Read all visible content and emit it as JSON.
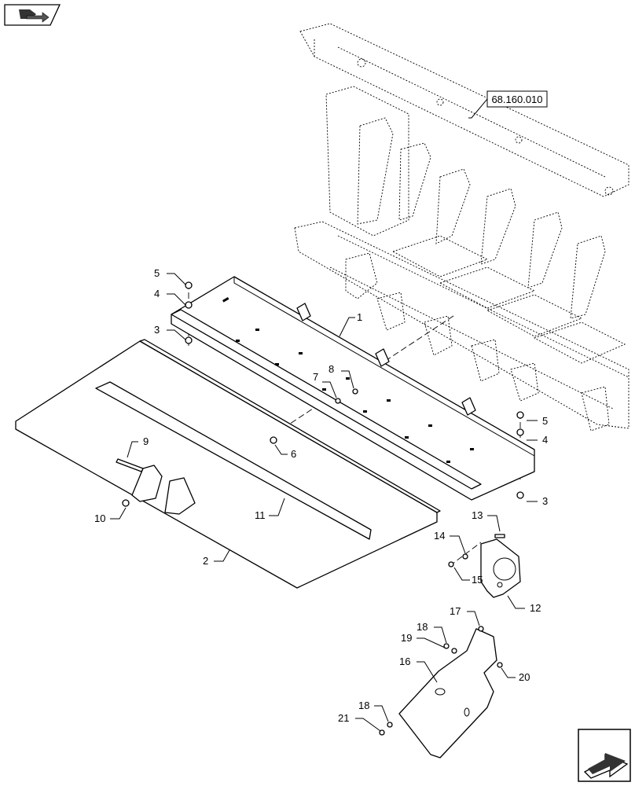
{
  "reference": {
    "label": "68.160.010"
  },
  "callouts": [
    {
      "id": "c1",
      "text": "1"
    },
    {
      "id": "c2",
      "text": "2"
    },
    {
      "id": "c3a",
      "text": "3"
    },
    {
      "id": "c3b",
      "text": "3"
    },
    {
      "id": "c4a",
      "text": "4"
    },
    {
      "id": "c4b",
      "text": "4"
    },
    {
      "id": "c5a",
      "text": "5"
    },
    {
      "id": "c5b",
      "text": "5"
    },
    {
      "id": "c6",
      "text": "6"
    },
    {
      "id": "c7",
      "text": "7"
    },
    {
      "id": "c8",
      "text": "8"
    },
    {
      "id": "c9",
      "text": "9"
    },
    {
      "id": "c10",
      "text": "10"
    },
    {
      "id": "c11",
      "text": "11"
    },
    {
      "id": "c12",
      "text": "12"
    },
    {
      "id": "c13",
      "text": "13"
    },
    {
      "id": "c14",
      "text": "14"
    },
    {
      "id": "c15",
      "text": "15"
    },
    {
      "id": "c16",
      "text": "16"
    },
    {
      "id": "c17",
      "text": "17"
    },
    {
      "id": "c18a",
      "text": "18"
    },
    {
      "id": "c18b",
      "text": "18"
    },
    {
      "id": "c19",
      "text": "19"
    },
    {
      "id": "c20",
      "text": "20"
    },
    {
      "id": "c21",
      "text": "21"
    }
  ],
  "icons": {
    "top_left": "book-nav-icon",
    "bottom_right": "next-page-arrow-icon"
  }
}
